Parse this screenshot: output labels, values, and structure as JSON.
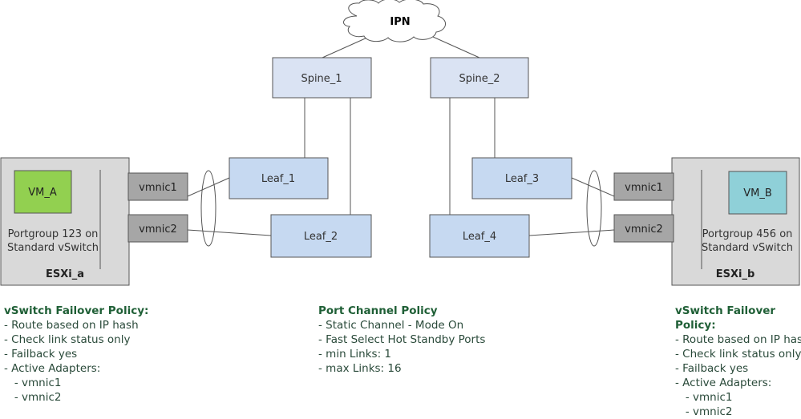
{
  "cloud": {
    "label": "IPN"
  },
  "spines": [
    {
      "label": "Spine_1"
    },
    {
      "label": "Spine_2"
    }
  ],
  "leaves": [
    {
      "label": "Leaf_1"
    },
    {
      "label": "Leaf_2"
    },
    {
      "label": "Leaf_3"
    },
    {
      "label": "Leaf_4"
    }
  ],
  "hosts": [
    {
      "name": "ESXi_a",
      "vm": "VM_A",
      "portgroup_line1": "Portgroup 123 on",
      "portgroup_line2": "Standard vSwitch",
      "vmnics": [
        "vmnic1",
        "vmnic2"
      ],
      "vm_color": "#92d050"
    },
    {
      "name": "ESXi_b",
      "vm": "VM_B",
      "portgroup_line1": "Portgroup 456 on",
      "portgroup_line2": "Standard vSwitch",
      "vmnics": [
        "vmnic1",
        "vmnic2"
      ],
      "vm_color": "#8fd0d8"
    }
  ],
  "colors": {
    "switch_fill": "#dae3f3",
    "leaf_fill": "#c6d9f1",
    "host_fill": "#d9d9d9",
    "vmnic_fill": "#a6a6a6",
    "policy_head": "#1f5f36"
  },
  "policies": {
    "left": {
      "title": "vSwitch Failover Policy:",
      "lines": [
        "- Route based on IP hash",
        "- Check link status only",
        "- Failback yes",
        "- Active Adapters:",
        "   - vmnic1",
        "   - vmnic2"
      ]
    },
    "center": {
      "title": "Port Channel Policy",
      "lines": [
        "- Static Channel - Mode On",
        "- Fast Select Hot Standby Ports",
        "- min Links: 1",
        "- max Links: 16"
      ]
    },
    "right": {
      "title": "vSwitch Failover Policy:",
      "lines": [
        "- Route based on IP hash",
        "- Check link status only",
        "- Failback yes",
        "- Active Adapters:",
        "   - vmnic1",
        "   - vmnic2"
      ]
    }
  }
}
